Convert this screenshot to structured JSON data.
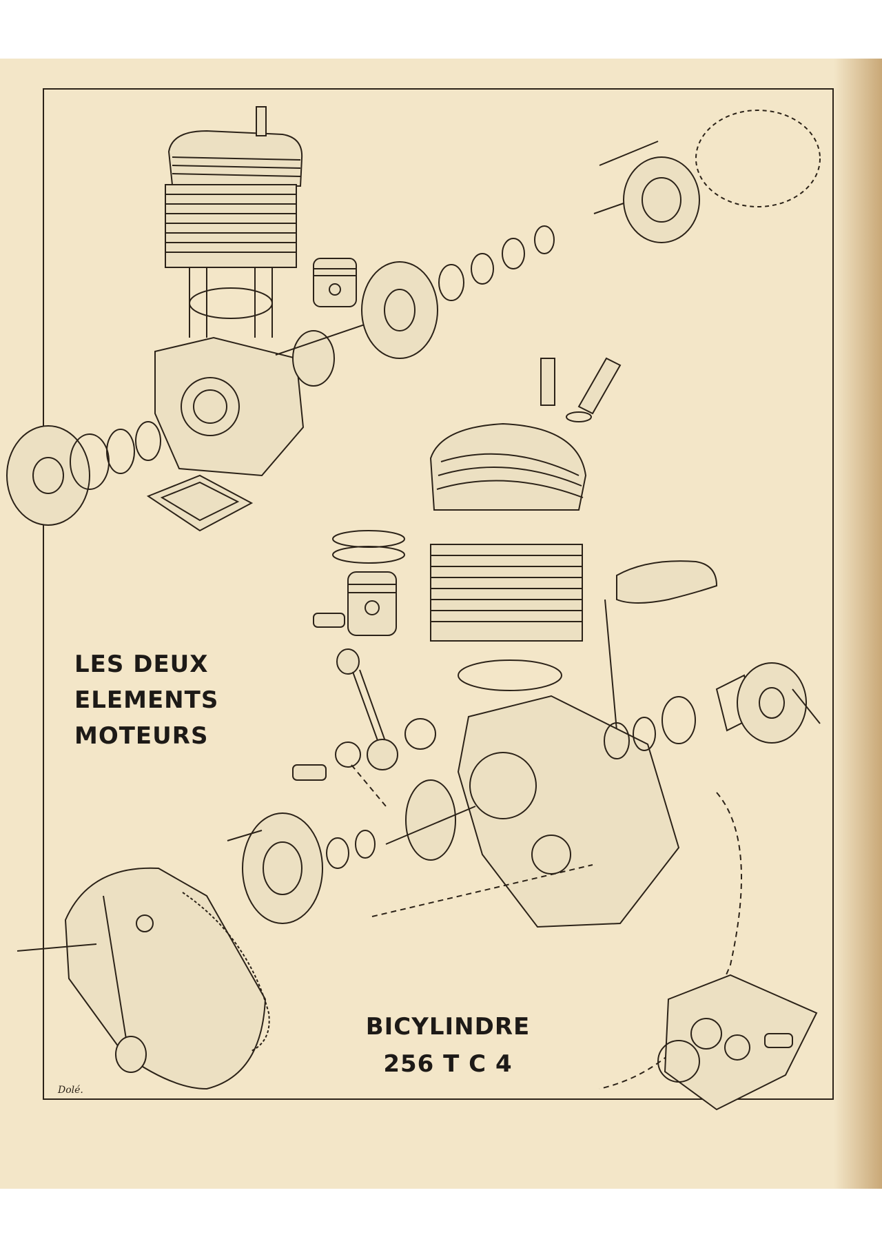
{
  "captions": {
    "left_lines": [
      "LES DEUX",
      "ELEMENTS",
      "MOTEURS"
    ],
    "right_lines": [
      "BICYLINDRE",
      "256 T C 4"
    ]
  },
  "signature": "Dolé.",
  "colors": {
    "paper": "#f3e6c8",
    "ink": "#2b2218",
    "caption": "#1d1a17"
  }
}
